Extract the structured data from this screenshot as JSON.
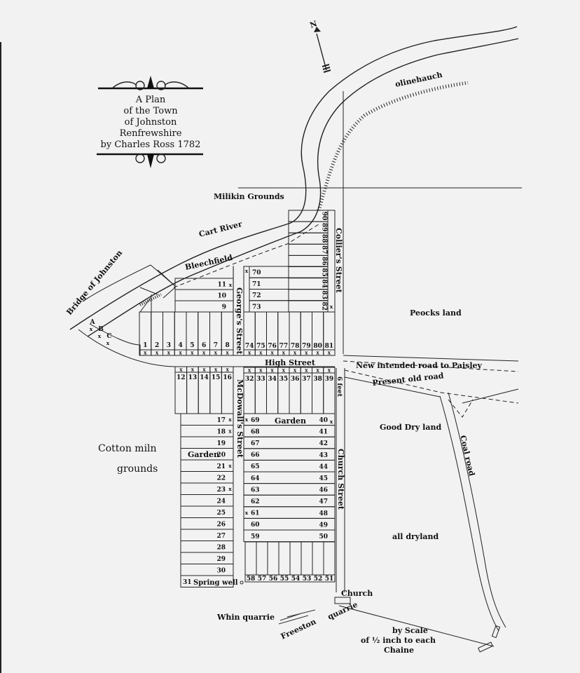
{
  "title": {
    "lines": [
      "A Plan",
      "of the Town",
      "of Johnston",
      "Renfrewshire",
      "by Charles Ross 1782"
    ]
  },
  "compass": {
    "label": "N"
  },
  "places": {
    "milikin": "Milikin Grounds",
    "cart_river": "Cart River",
    "bleechfield": "Bleechfield",
    "bridge": "Bridge of Johnston",
    "olinehauch": "olinehauch",
    "peocks": "Peocks land",
    "good_dry": "Good Dry land",
    "all_dry": "all dryland",
    "cotton1": "Cotton miln",
    "cotton2": "grounds",
    "garden_left": "Garden",
    "garden_right": "Garden",
    "spring_well": "Spring well",
    "church": "Church",
    "whin": "Whin quarrie",
    "freeston": "Freeston",
    "quarrie": "quarrie",
    "new_road": "New intended road to Paisley",
    "old_road": "Present old road",
    "six_feet": "6 feet"
  },
  "streets": {
    "george": "George's Street",
    "collier": "Collier's Street",
    "high": "High Street",
    "mcdowall": "McDowall's Street",
    "church": "Church Street",
    "coal": "Coal road"
  },
  "scale": {
    "line1": "by Scale",
    "line2": "of ½ inch to each",
    "line3": "Chaine"
  },
  "lots": {
    "letters": [
      "A",
      "B",
      "C"
    ],
    "row_1_8": [
      "1",
      "2",
      "3",
      "4",
      "5",
      "6",
      "7",
      "8"
    ],
    "rows_9_11": [
      "11",
      "10",
      "9"
    ],
    "rows_70_73": [
      "70",
      "71",
      "72",
      "73"
    ],
    "col_82_90": [
      "90",
      "89",
      "88",
      "87",
      "86",
      "85",
      "84",
      "83",
      "82"
    ],
    "row_74_81": [
      "74",
      "75",
      "76",
      "77",
      "78",
      "79",
      "80",
      "81"
    ],
    "row_12_16": [
      "12",
      "13",
      "14",
      "15",
      "16"
    ],
    "rows_17_31": [
      "17",
      "18",
      "19",
      "20",
      "21",
      "22",
      "23",
      "24",
      "25",
      "26",
      "27",
      "28",
      "29",
      "30",
      "31"
    ],
    "row_32_39": [
      "32",
      "33",
      "34",
      "35",
      "36",
      "37",
      "38",
      "39"
    ],
    "rows_69_59": [
      "69",
      "68",
      "67",
      "66",
      "65",
      "64",
      "63",
      "62",
      "61",
      "60",
      "59"
    ],
    "rows_40_50": [
      "40",
      "41",
      "42",
      "43",
      "44",
      "45",
      "46",
      "47",
      "48",
      "49",
      "50"
    ],
    "row_58_51": [
      "58",
      "57",
      "56",
      "55",
      "54",
      "53",
      "52",
      "51"
    ],
    "marker": "x"
  }
}
